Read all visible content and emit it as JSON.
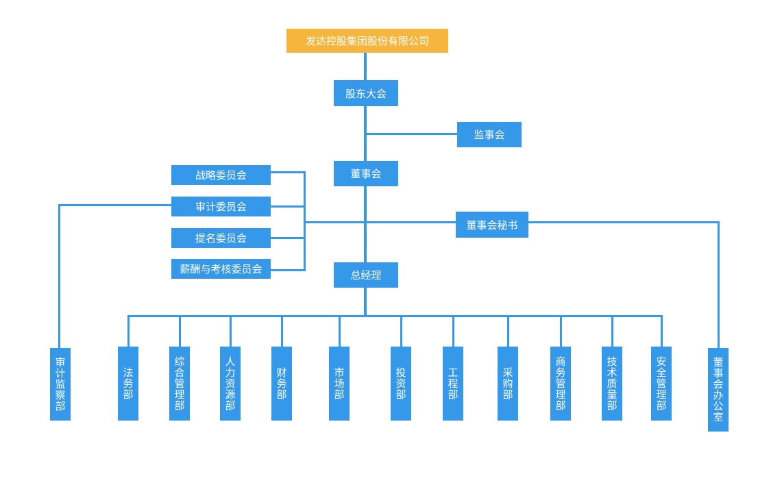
{
  "org_chart": {
    "root": "发达控股集团股份有限公司",
    "shareholders_meeting": "股东大会",
    "supervisory_board": "监事会",
    "board": "董事会",
    "board_secretary": "董事会秘书",
    "general_manager": "总经理",
    "committees": [
      "战略委员会",
      "审计委员会",
      "提名委员会",
      "薪酬与考核委员会"
    ],
    "audit_dept": "审计监察部",
    "departments": [
      "法务部",
      "综合管理部",
      "人力资源部",
      "财务部",
      "市场部",
      "投资部",
      "工程部",
      "采购部",
      "商务管理部",
      "技术质量部",
      "安全管理部"
    ],
    "board_office": "董事会办公室"
  },
  "colors": {
    "box": "#3598e8",
    "root_box": "#f6b63e",
    "line": "#3598e8",
    "text": "#ffffff"
  }
}
